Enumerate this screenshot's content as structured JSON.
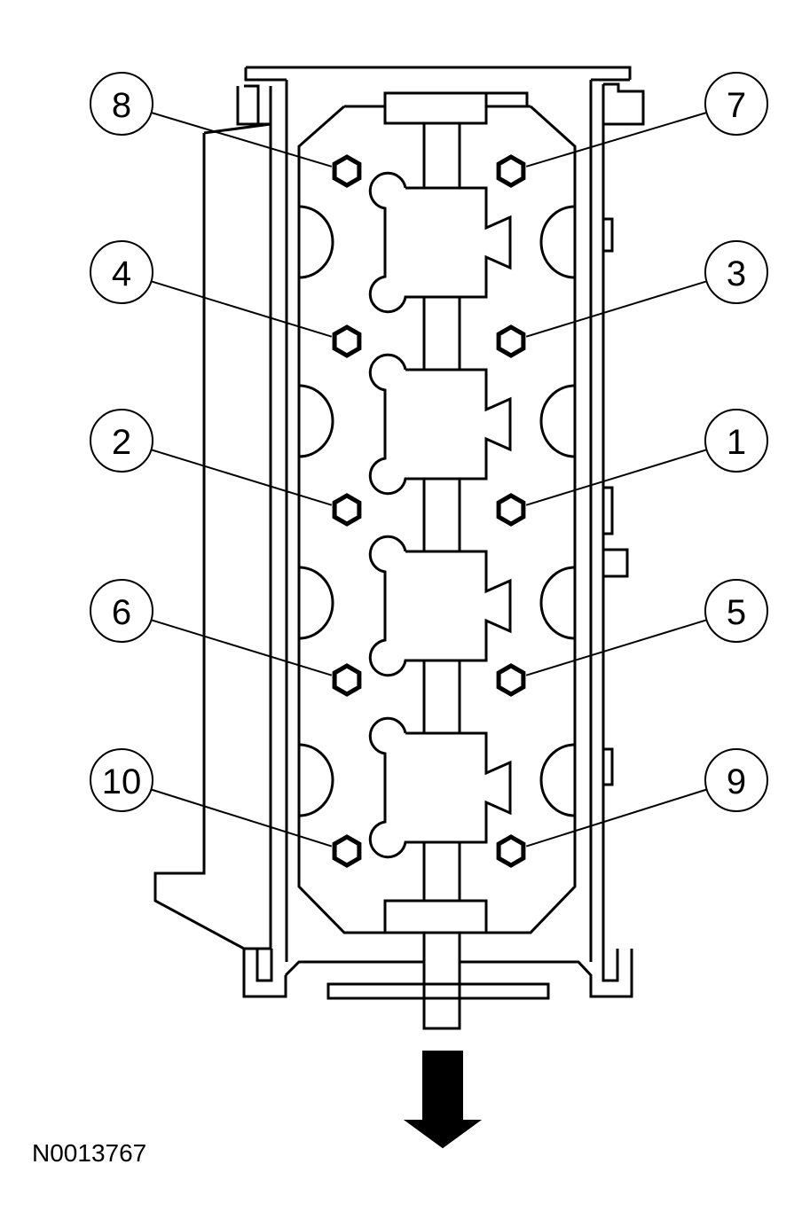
{
  "figure": {
    "id_text": "N0013767"
  },
  "callouts": [
    {
      "label": "8",
      "side": "left",
      "row": 0
    },
    {
      "label": "7",
      "side": "right",
      "row": 0
    },
    {
      "label": "4",
      "side": "left",
      "row": 1
    },
    {
      "label": "3",
      "side": "right",
      "row": 1
    },
    {
      "label": "2",
      "side": "left",
      "row": 2
    },
    {
      "label": "1",
      "side": "right",
      "row": 2
    },
    {
      "label": "6",
      "side": "left",
      "row": 3
    },
    {
      "label": "5",
      "side": "right",
      "row": 3
    },
    {
      "label": "10",
      "side": "left",
      "row": 4
    },
    {
      "label": "9",
      "side": "right",
      "row": 4
    }
  ],
  "direction_arrow": {
    "icon": "down-arrow-icon"
  },
  "colors": {
    "line": "#000000",
    "background": "#ffffff"
  }
}
